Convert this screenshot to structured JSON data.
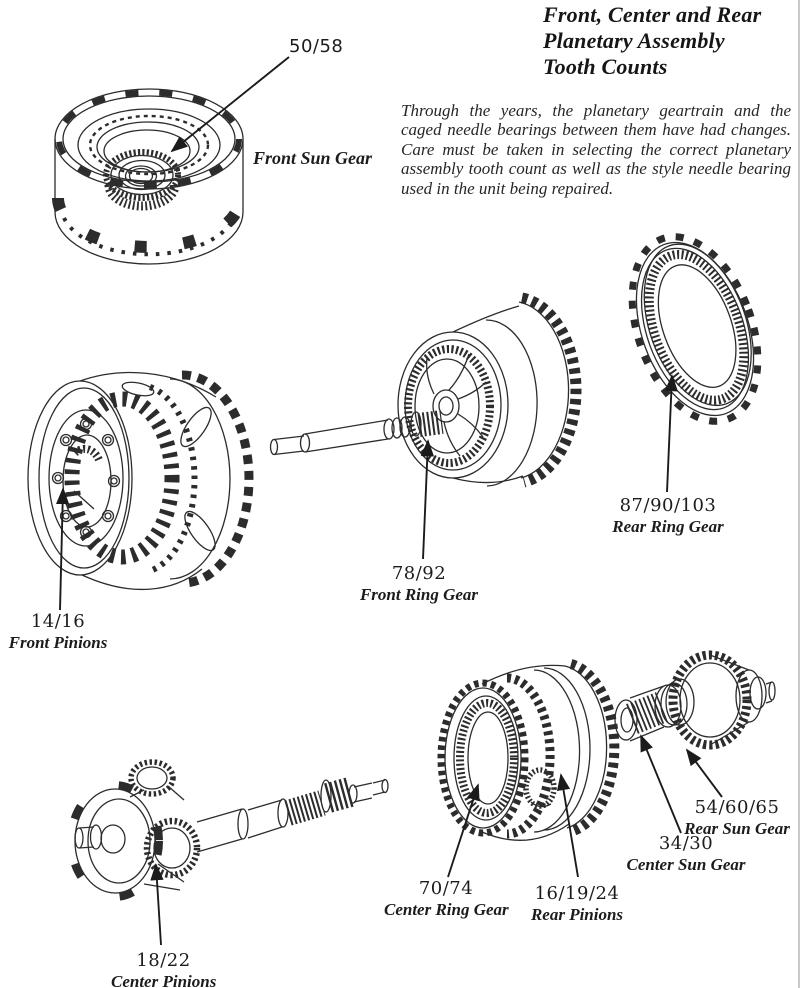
{
  "page": {
    "title": {
      "line1": "Front, Center and Rear",
      "line2": "Planetary Assembly",
      "line3": "Tooth Counts"
    },
    "intro": "Through the years, the planetary geartrain and the caged needle bearings between them have had changes. Care must be taken in selecting the correct planetary assembly tooth count as well as the style needle bearing used in the unit being repaired."
  },
  "colors": {
    "ink": "#1c1c1c",
    "paper": "#ffffff"
  },
  "labels": {
    "front_sun_gear": {
      "count": "50/58",
      "caption": "Front Sun Gear"
    },
    "front_pinions": {
      "count": "14/16",
      "caption": "Front Pinions"
    },
    "front_ring_gear": {
      "count": "78/92",
      "caption": "Front Ring Gear"
    },
    "rear_ring_gear": {
      "count": "87/90/103",
      "caption": "Rear Ring Gear"
    },
    "center_pinions": {
      "count": "18/22",
      "caption": "Center Pinions"
    },
    "center_ring_gear": {
      "count": "70/74",
      "caption": "Center Ring Gear"
    },
    "rear_pinions": {
      "count": "16/19/24",
      "caption": "Rear Pinions"
    },
    "rear_sun_gear": {
      "count": "54/60/65",
      "caption": "Rear Sun Gear"
    },
    "center_sun_gear": {
      "count": "34/30",
      "caption": "Center Sun Gear"
    }
  }
}
